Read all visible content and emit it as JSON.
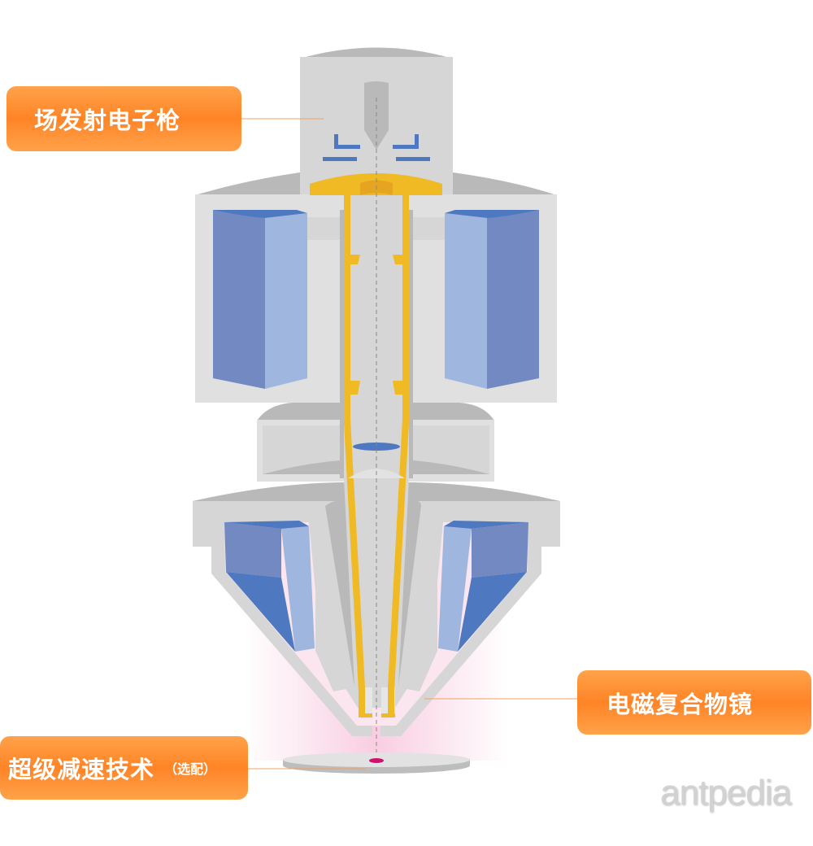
{
  "labels": {
    "field_emission_gun": "场发射电子枪",
    "objective_lens": "电磁复合物镜",
    "deceleration": "超级减速技术",
    "deceleration_note": "（选配）"
  },
  "watermark": "antpedia",
  "colors": {
    "label_orange": "#ff8426",
    "coil_dark": "#7289c2",
    "coil_light": "#9fb7df",
    "coil_edge": "#4e78bf",
    "liner_yellow": "#f0ba24",
    "housing_gray": "#d6d6d6",
    "specimen_dot": "#d0106a"
  }
}
